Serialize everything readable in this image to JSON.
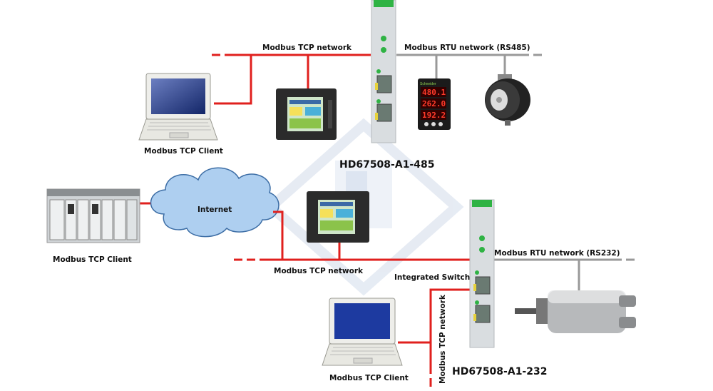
{
  "labels": {
    "top_tcp_network": "Modbus TCP network",
    "top_rtu_network": "Modbus RTU network (RS485)",
    "top_client": "Modbus TCP Client",
    "top_device": "HD67508-A1-485",
    "internet": "Internet",
    "left_client": "Modbus TCP Client",
    "mid_tcp_network": "Modbus TCP network",
    "integrated_switch": "Integrated Switch",
    "bottom_rtu_network": "Modbus RTU network (RS232)",
    "vertical_tcp_network": "Modbus TCP network",
    "bottom_client": "Modbus TCP Client",
    "bottom_device": "HD67508-A1-232"
  },
  "meter": {
    "brand": "Schneider",
    "readings": [
      "480.1",
      "262.0",
      "192.2"
    ]
  },
  "colors": {
    "tcp_line": "#e0201e",
    "rtu_line": "#999999",
    "gateway_body": "#d9dde0",
    "gateway_top": "#2fb344",
    "led": "#2fb344",
    "watermark": "#d2dceb"
  }
}
